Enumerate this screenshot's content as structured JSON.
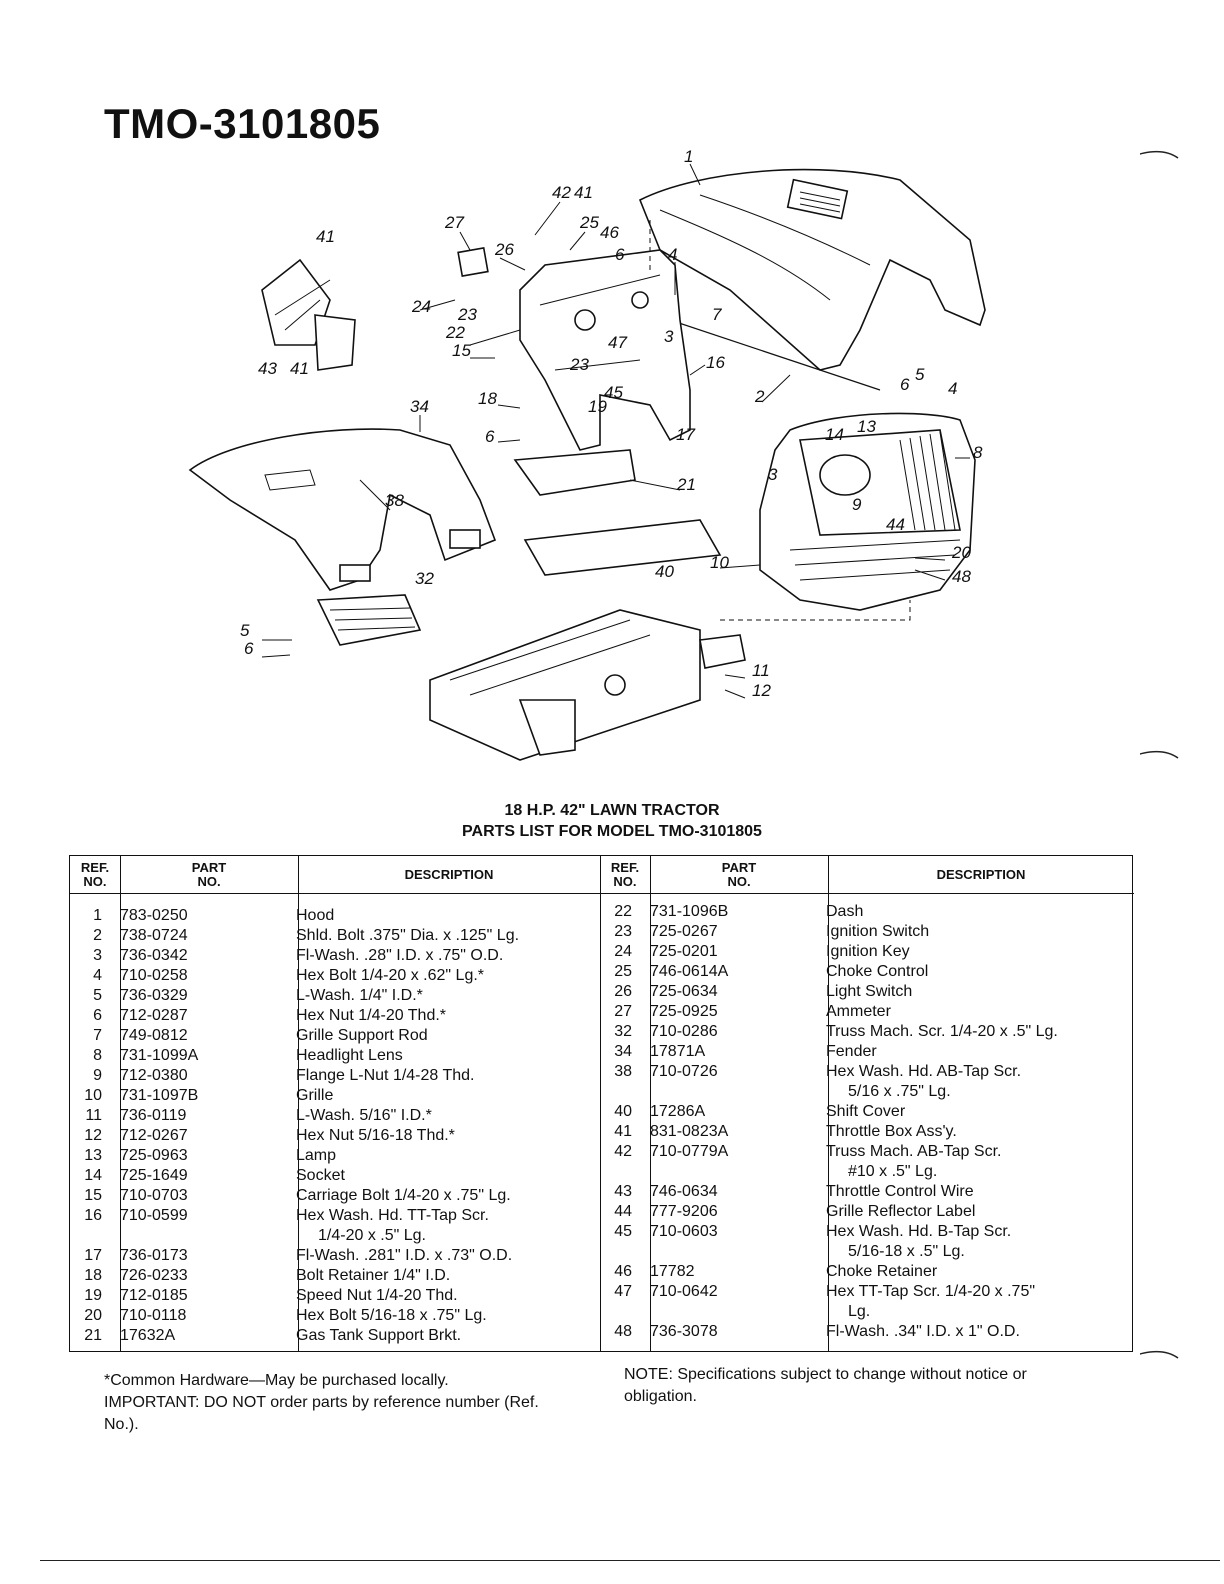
{
  "title": "TMO-3101805",
  "diagram": {
    "callouts": [
      "1",
      "42",
      "41",
      "27",
      "25",
      "46",
      "26",
      "6",
      "4",
      "41",
      "24",
      "23",
      "7",
      "22",
      "3",
      "15",
      "47",
      "23",
      "16",
      "43",
      "41",
      "34",
      "45",
      "18",
      "19",
      "2",
      "6",
      "5",
      "4",
      "6",
      "17",
      "13",
      "14",
      "8",
      "3",
      "21",
      "38",
      "9",
      "44",
      "10",
      "40",
      "20",
      "48",
      "32",
      "5",
      "6",
      "11",
      "12"
    ]
  },
  "heading": {
    "line1": "18 H.P. 42\" LAWN TRACTOR",
    "line2": "PARTS LIST FOR MODEL TMO-3101805"
  },
  "table": {
    "headers": {
      "ref": "REF.\nNO.",
      "part": "PART\nNO.",
      "description": "DESCRIPTION"
    },
    "left_rows": [
      {
        "ref": "1",
        "part": "783-0250",
        "desc": "Hood"
      },
      {
        "ref": "2",
        "part": "738-0724",
        "desc": "Shld. Bolt .375\" Dia. x .125\" Lg."
      },
      {
        "ref": "3",
        "part": "736-0342",
        "desc": "Fl-Wash. .28\" I.D. x .75\" O.D."
      },
      {
        "ref": "4",
        "part": "710-0258",
        "desc": "Hex Bolt 1/4-20 x .62\" Lg.*"
      },
      {
        "ref": "5",
        "part": "736-0329",
        "desc": "L-Wash. 1/4\" I.D.*"
      },
      {
        "ref": "6",
        "part": "712-0287",
        "desc": "Hex Nut 1/4-20 Thd.*"
      },
      {
        "ref": "7",
        "part": "749-0812",
        "desc": "Grille Support Rod"
      },
      {
        "ref": "8",
        "part": "731-1099A",
        "desc": "Headlight Lens"
      },
      {
        "ref": "9",
        "part": "712-0380",
        "desc": "Flange L-Nut 1/4-28 Thd."
      },
      {
        "ref": "10",
        "part": "731-1097B",
        "desc": "Grille"
      },
      {
        "ref": "11",
        "part": "736-0119",
        "desc": "L-Wash. 5/16\" I.D.*"
      },
      {
        "ref": "12",
        "part": "712-0267",
        "desc": "Hex Nut 5/16-18 Thd.*"
      },
      {
        "ref": "13",
        "part": "725-0963",
        "desc": "Lamp"
      },
      {
        "ref": "14",
        "part": "725-1649",
        "desc": "Socket"
      },
      {
        "ref": "15",
        "part": "710-0703",
        "desc": "Carriage Bolt 1/4-20 x .75\" Lg."
      },
      {
        "ref": "16",
        "part": "710-0599",
        "desc": "Hex Wash. Hd. TT-Tap Scr.",
        "cont": "1/4-20 x .5\" Lg."
      },
      {
        "ref": "17",
        "part": "736-0173",
        "desc": "Fl-Wash. .281\" I.D. x .73\" O.D."
      },
      {
        "ref": "18",
        "part": "726-0233",
        "desc": "Bolt Retainer 1/4\" I.D."
      },
      {
        "ref": "19",
        "part": "712-0185",
        "desc": "Speed Nut 1/4-20 Thd."
      },
      {
        "ref": "20",
        "part": "710-0118",
        "desc": "Hex Bolt 5/16-18 x .75\" Lg."
      },
      {
        "ref": "21",
        "part": "17632A",
        "desc": "Gas Tank Support Brkt."
      }
    ],
    "right_rows": [
      {
        "ref": "22",
        "part": "731-1096B",
        "desc": "Dash"
      },
      {
        "ref": "23",
        "part": "725-0267",
        "desc": "Ignition Switch"
      },
      {
        "ref": "24",
        "part": "725-0201",
        "desc": "Ignition Key"
      },
      {
        "ref": "25",
        "part": "746-0614A",
        "desc": "Choke Control"
      },
      {
        "ref": "26",
        "part": "725-0634",
        "desc": "Light Switch"
      },
      {
        "ref": "27",
        "part": "725-0925",
        "desc": "Ammeter"
      },
      {
        "ref": "32",
        "part": "710-0286",
        "desc": "Truss Mach. Scr. 1/4-20 x .5\" Lg."
      },
      {
        "ref": "34",
        "part": "17871A",
        "desc": "Fender"
      },
      {
        "ref": "38",
        "part": "710-0726",
        "desc": "Hex Wash. Hd. AB-Tap Scr.",
        "cont": "5/16 x .75\" Lg."
      },
      {
        "ref": "40",
        "part": "17286A",
        "desc": "Shift Cover"
      },
      {
        "ref": "41",
        "part": "831-0823A",
        "desc": "Throttle Box Ass'y."
      },
      {
        "ref": "42",
        "part": "710-0779A",
        "desc": "Truss Mach. AB-Tap Scr.",
        "cont": "#10 x .5\" Lg."
      },
      {
        "ref": "43",
        "part": "746-0634",
        "desc": "Throttle Control Wire"
      },
      {
        "ref": "44",
        "part": "777-9206",
        "desc": "Grille Reflector Label"
      },
      {
        "ref": "45",
        "part": "710-0603",
        "desc": "Hex Wash. Hd. B-Tap Scr.",
        "cont": "5/16-18 x .5\" Lg."
      },
      {
        "ref": "46",
        "part": "17782",
        "desc": "Choke Retainer"
      },
      {
        "ref": "47",
        "part": "710-0642",
        "desc": "Hex TT-Tap Scr. 1/4-20 x .75\"",
        "cont": "Lg."
      },
      {
        "ref": "48",
        "part": "736-3078",
        "desc": "Fl-Wash. .34\" I.D. x 1\" O.D."
      }
    ]
  },
  "notes": {
    "common_hardware": "*Common Hardware—May be purchased locally.",
    "important": "IMPORTANT: DO NOT order parts by reference number (Ref. No.).",
    "specifications": "NOTE: Specifications subject to change without notice or obligation."
  }
}
